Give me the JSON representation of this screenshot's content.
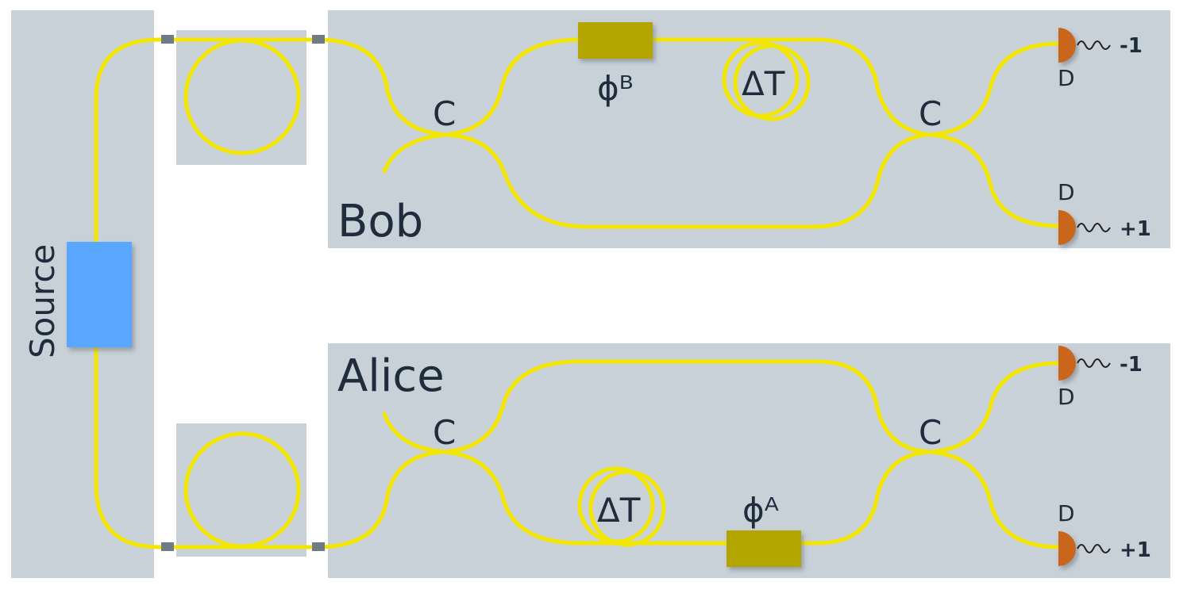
{
  "labels": {
    "source": "Source",
    "bob": "Bob",
    "alice": "Alice",
    "coupler": "C",
    "delay": "ΔT",
    "phase_bob": "ϕᴮ",
    "phase_alice": "ϕᴬ",
    "detector": "D",
    "minus_one": "-1",
    "plus_one": "+1"
  },
  "colors": {
    "panel": "#c8d1d7",
    "fiber": "#f2e600",
    "source_box": "#5aa7ff",
    "phase_box": "#b3a400",
    "detector": "#c9661a",
    "text": "#1e2c3c"
  }
}
